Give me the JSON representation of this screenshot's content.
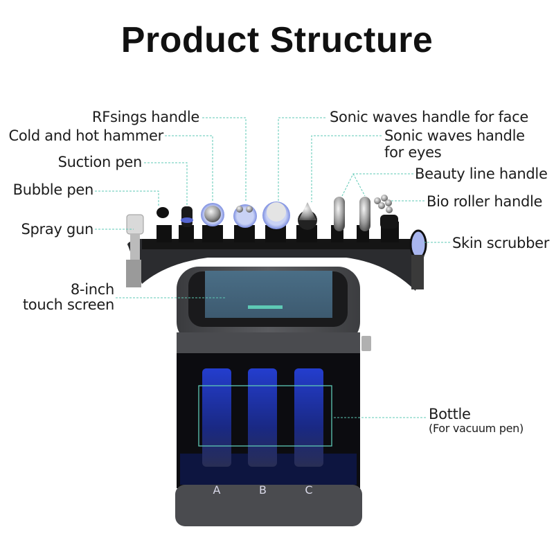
{
  "title": "Product Structure",
  "accent_color": "#5ec9b5",
  "labels": {
    "rfsings_handle": "RFsings handle",
    "cold_hot_hammer": "Cold and hot hammer",
    "suction_pen": "Suction pen",
    "bubble_pen": "Bubble pen",
    "spray_gun": "Spray gun",
    "touch_screen_line1": "8-inch",
    "touch_screen_line2": "touch screen",
    "sonic_face": "Sonic waves handle for face",
    "sonic_eyes_line1": "Sonic waves handle",
    "sonic_eyes_line2": "for eyes",
    "beauty_line": "Beauty line handle",
    "bio_roller": "Bio roller handle",
    "skin_scrubber": "Skin scrubber",
    "bottle": "Bottle",
    "bottle_sub": "(For vacuum pen)"
  },
  "bottle_letters": [
    "A",
    "B",
    "C"
  ]
}
